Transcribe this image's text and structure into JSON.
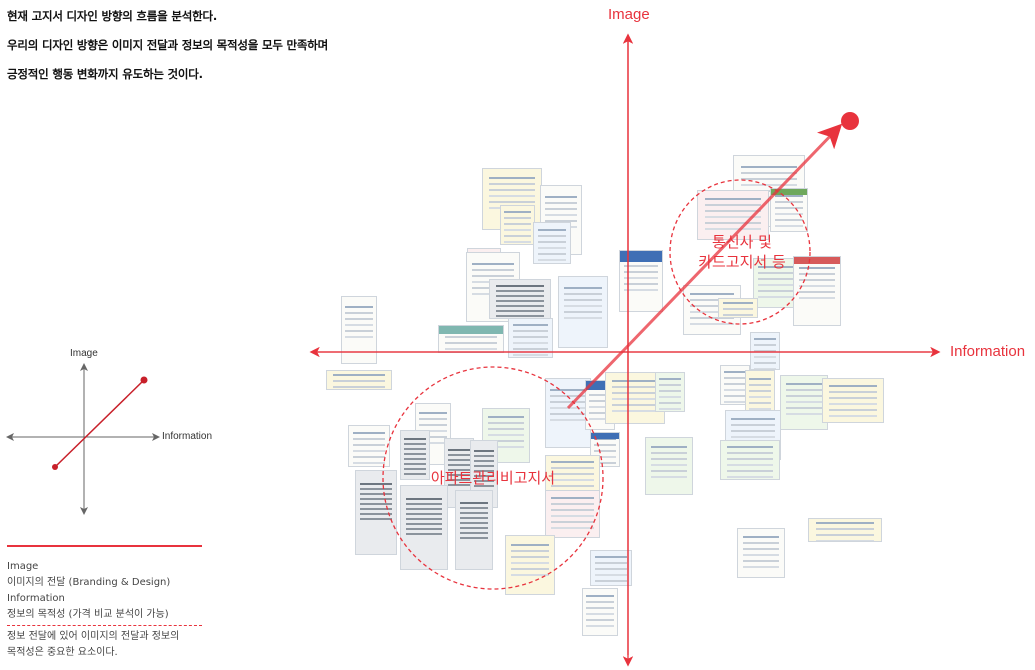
{
  "intro": {
    "line1": "현재 고지서 디자인 방향의 흐름을 분석한다.",
    "line2": "우리의 디자인 방향은 이미지 전달과 정보의 목적성을 모두 만족하며",
    "line3": "긍정적인 행동 변화까지 유도하는 것이다."
  },
  "main_axes": {
    "y_label": "Image",
    "x_label": "Information"
  },
  "clusters": {
    "telecom_line1": "통신사 및",
    "telecom_line2": "카드고지서 등",
    "apartment": "아파트관리비고지서"
  },
  "mini_axes": {
    "y_label": "Image",
    "x_label": "Information"
  },
  "legend": {
    "image_title": "Image",
    "image_desc": "이미지의 전달 (Branding & Design)",
    "info_title": "Information",
    "info_desc": "정보의 목적성 (가격 비교 분석이 가능)",
    "summary_line1": "정보 전달에 있어 이미지의 전달과 정보의",
    "summary_line2": "목적성은 중요한 요소이다."
  },
  "colors": {
    "accent": "#e8333d"
  }
}
